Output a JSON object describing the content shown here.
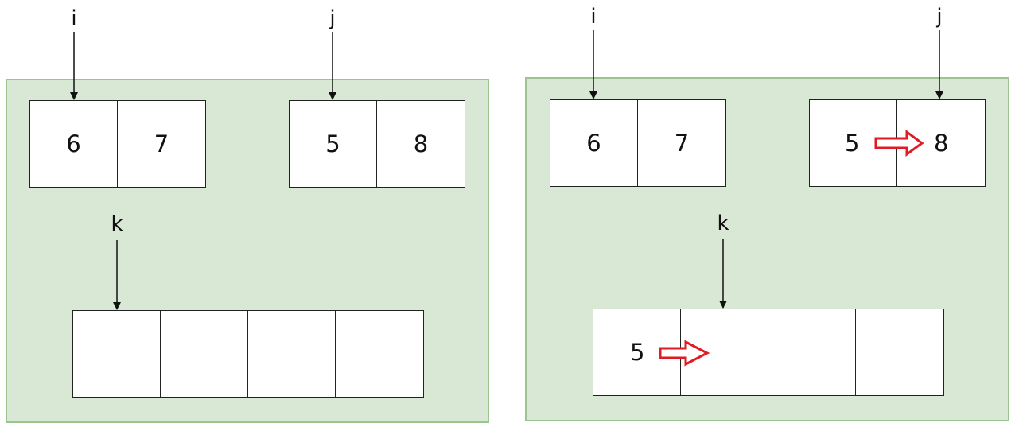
{
  "colors": {
    "panel_fill": "#d9e8d5",
    "panel_border": "#9cc48f",
    "move_arrow": "#e01b24"
  },
  "left_state": {
    "pointer_i": "i",
    "pointer_j": "j",
    "pointer_k": "k",
    "array_a": [
      "6",
      "7"
    ],
    "array_b": [
      "5",
      "8"
    ],
    "merged": [
      "",
      "",
      "",
      ""
    ]
  },
  "right_state": {
    "pointer_i": "i",
    "pointer_j": "j",
    "pointer_k": "k",
    "array_a": [
      "6",
      "7"
    ],
    "array_b": [
      "5",
      "8"
    ],
    "merged": [
      "5",
      "",
      "",
      ""
    ]
  }
}
